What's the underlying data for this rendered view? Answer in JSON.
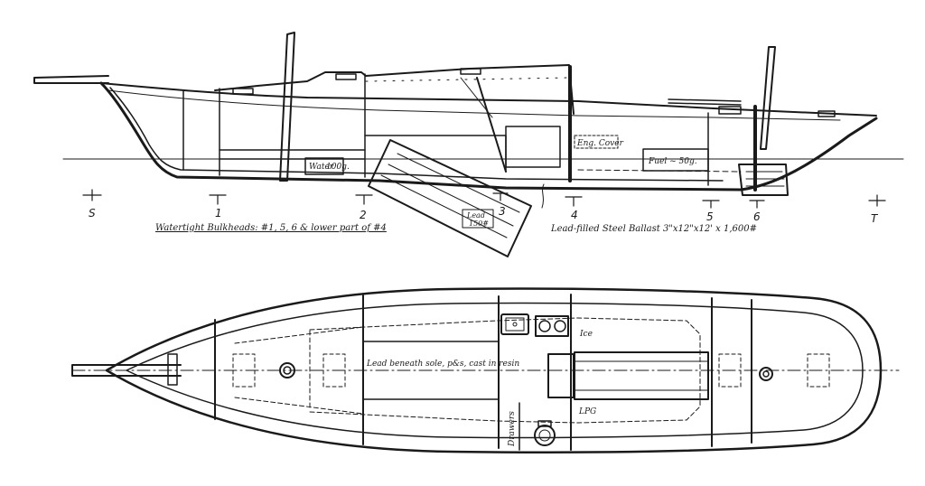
{
  "profile": {
    "station_labels": [
      "S",
      "1",
      "2",
      "3",
      "4",
      "5",
      "6",
      "T"
    ],
    "water_tank": "Water",
    "water_capacity": "100g.",
    "lead_label": "Lead",
    "lead_weight": "150#",
    "engine_cover": "Eng. Cover",
    "fuel_tank": "Fuel ~ 50g.",
    "bulkhead_note": "Watertight Bulkheads: #1, 5, 6 & lower part of #4",
    "ballast_note": "Lead-filled Steel Ballast 3\"x12\"x12' x 1,600#"
  },
  "deck_plan": {
    "ice_box": "Ice",
    "lpg_locker": "LPG",
    "drawers": "Drawers",
    "lead_note": "Lead beneath sole, p&s, cast in resin"
  }
}
